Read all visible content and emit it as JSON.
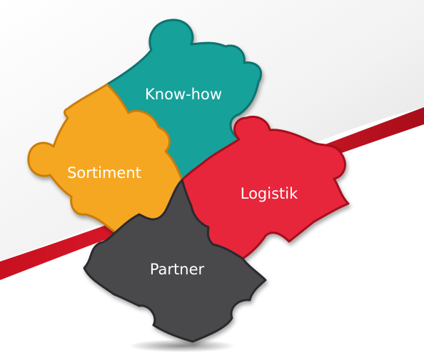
{
  "pieces": [
    {
      "label": "Know-how",
      "color": "#17A19A",
      "dark": "#0C736E"
    },
    {
      "label": "Sortiment",
      "color": "#F6A722",
      "dark": "#C97D0A"
    },
    {
      "label": "Logistik",
      "color": "#E8253A",
      "dark": "#A8101F"
    },
    {
      "label": "Partner",
      "color": "#4A4A4C",
      "dark": "#2B2B2D"
    }
  ],
  "colors": {
    "swoosh_red": "#D9152B",
    "swoosh_gray": "#E9E9E9"
  }
}
